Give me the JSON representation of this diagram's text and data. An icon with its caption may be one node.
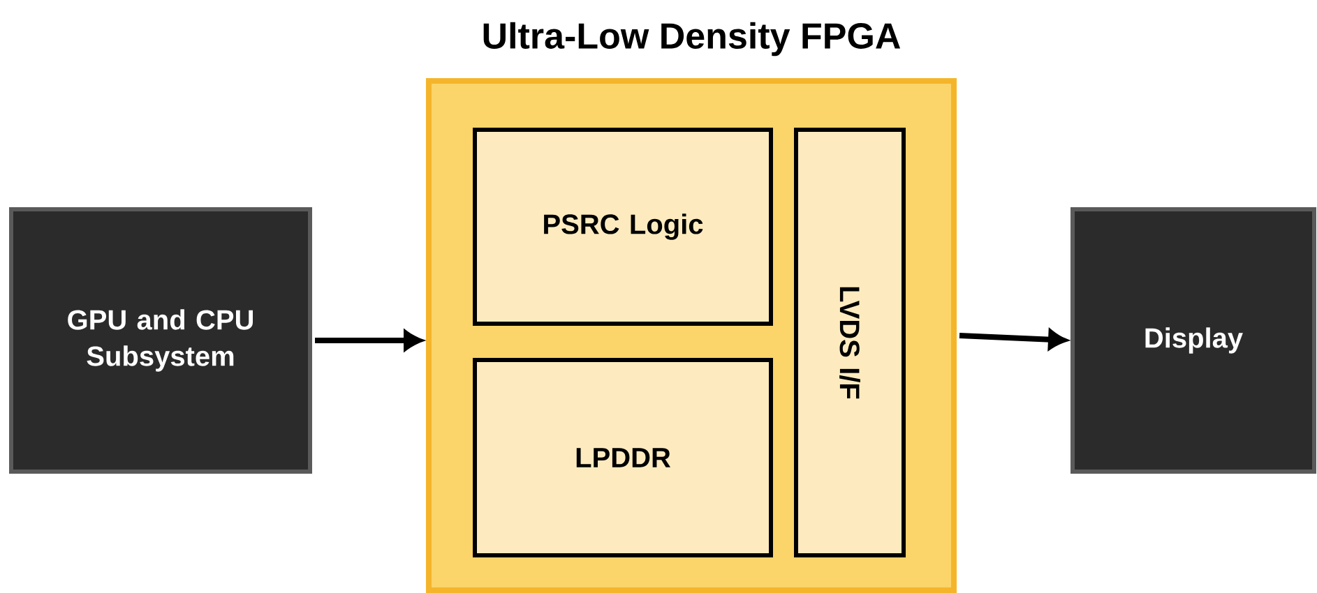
{
  "diagram": {
    "nodes": [
      {
        "text": [
          "GPU and CPU Subsystem"
        ]
      },
      {
        "text": [
          "Ultra-Low Density FPGA"
        ]
      },
      {
        "text": [
          "PSRC Logic"
        ],
        "in": 1
      },
      {
        "text": [
          "LPDDR"
        ],
        "in": 1
      },
      {
        "text": [
          "LVDS I/F"
        ],
        "in": 1
      },
      {
        "text": [
          "Display"
        ]
      }
    ],
    "edges": [
      {
        "from": 0,
        "to": 1,
        "arrow": "to"
      },
      {
        "from": 1,
        "to": 5,
        "arrow": "to"
      }
    ]
  }
}
